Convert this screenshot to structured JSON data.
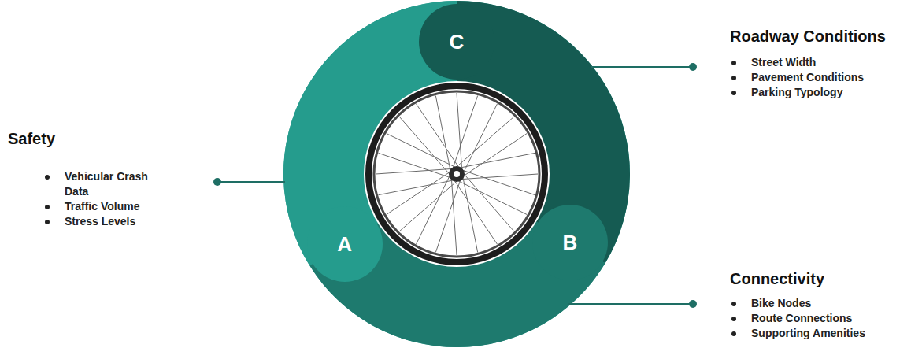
{
  "diagram": {
    "nodes": [
      {
        "text": [
          "C"
        ]
      },
      {
        "text": [
          "A"
        ]
      },
      {
        "text": [
          "B"
        ]
      }
    ],
    "labels": [
      "Roadway Conditions",
      "Street Width",
      "Pavement Conditions",
      "Parking Typology",
      "Safety",
      "Vehicular Crash Data",
      "Traffic Volume",
      "Stress Levels",
      "Connectivity",
      "Bike Nodes",
      "Route Connections",
      "Supporting Amenities"
    ]
  }
}
